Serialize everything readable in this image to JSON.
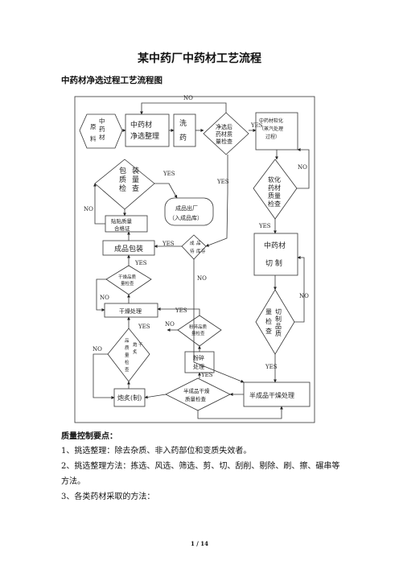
{
  "doc": {
    "title": "某中药厂中药材工艺流程",
    "subtitle": "中药材净选过程工艺流程图",
    "section_heading": "质量控制要点：",
    "paragraphs": [
      "1、挑选整理：除去杂质、非入药部位和变质失效者。",
      "2、挑选整理方法：拣选、风选、筛选、剪、切、刮削、剔除、刷、擦、碾串等方法。",
      "3、各类药材采取的方法："
    ],
    "page_indicator": "1 / 14"
  },
  "flow": {
    "raw_material": [
      "原",
      "中",
      "药",
      "料",
      "材"
    ],
    "sort_box": [
      "中药材",
      "净选整理"
    ],
    "wash_box": [
      "洗",
      "药"
    ],
    "check_diamond": [
      "净选后",
      "药材质",
      "量检查"
    ],
    "soften_box": [
      "中药材软化",
      "（蒸汽处理",
      "过程）"
    ],
    "soften_check": [
      "软化",
      "药材",
      "质量",
      "检查"
    ],
    "cut_box": [
      "中药材",
      "切  制"
    ],
    "cut_check": [
      "切",
      "制",
      "品",
      "质",
      "量",
      "检",
      "查"
    ],
    "semi_dry": "半成品干燥处理",
    "semi_check": [
      "半成品干燥",
      "质量检查"
    ],
    "pack_check": [
      "包",
      "装",
      "质",
      "量",
      "检",
      "查"
    ],
    "label_box": [
      "贴贴质量",
      "合格证"
    ],
    "finished_out": [
      "成品出厂",
      "（入成品库）"
    ],
    "pack_box": "成品包装",
    "store_diamond": [
      "成",
      "品",
      "待",
      "库",
      "存"
    ],
    "dry_check": [
      "干燥品质",
      "量检查"
    ],
    "dry_box": "干燥处理",
    "crush_check": [
      "粉碎品质",
      "量检查"
    ],
    "crush_box": [
      "粉碎",
      "处理"
    ],
    "fry_check": [
      "炮",
      "炙",
      "干",
      "品",
      "质",
      "量",
      "检",
      "查"
    ],
    "fry_box": "炮炙(制)",
    "labels": {
      "no": "NO",
      "yes": "YES"
    }
  }
}
